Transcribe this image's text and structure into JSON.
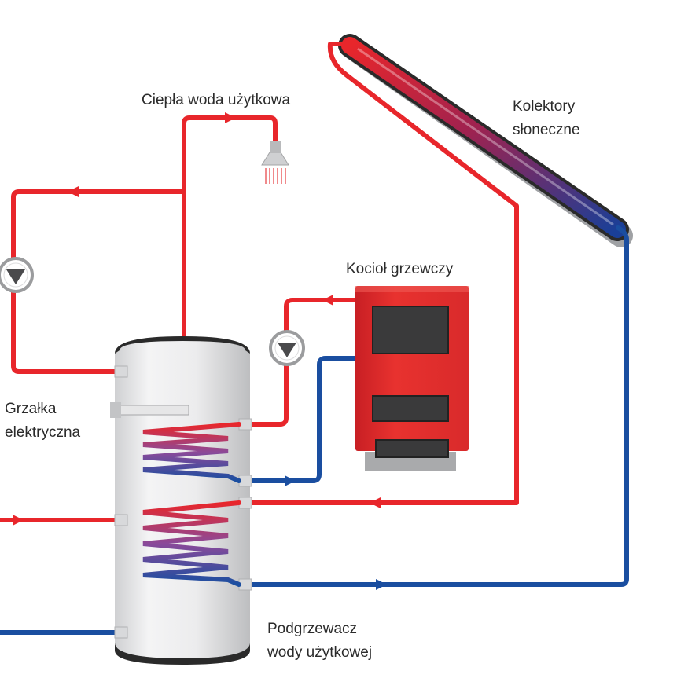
{
  "labels": {
    "hot_water": "Ciepła woda użytkowa",
    "collectors_line1": "Kolektory",
    "collectors_line2": "słoneczne",
    "boiler": "Kocioł grzewczy",
    "heater_line1": "Grzałka",
    "heater_line2": "elektryczna",
    "tank_line1": "Podgrzewacz",
    "tank_line2": "wody użytkowej"
  },
  "colors": {
    "hot_pipe": "#e8262b",
    "cold_pipe": "#1a4ea0",
    "boiler_body": "#e02a2a",
    "tank_body": "#e9e9ea",
    "tank_cap": "#2a2a2a"
  },
  "icons": {
    "pump": "pump-icon",
    "shower": "shower-head-icon",
    "flow_arrow": "flow-arrow-icon"
  }
}
